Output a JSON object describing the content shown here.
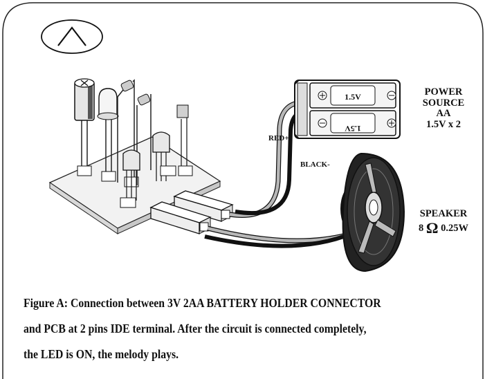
{
  "badge_letter": "A",
  "power_label": [
    "POWER",
    "SOURCE",
    "AA",
    "1.5V x 2"
  ],
  "speaker_label": {
    "name": "SPEAKER",
    "ohm_value": "8",
    "ohm_symbol": "Ω",
    "power": "0.25W"
  },
  "battery_labels": {
    "top": "1.5V",
    "bottom": "1.5V"
  },
  "wire_labels": {
    "red": "RED+",
    "black": "BLACK-"
  },
  "caption": [
    "Figure A:  Connection between 3V 2AA BATTERY HOLDER CONNECTOR",
    " and PCB at 2 pins IDE terminal. After the circuit is connected completely,",
    "the LED is ON, the melody plays."
  ]
}
